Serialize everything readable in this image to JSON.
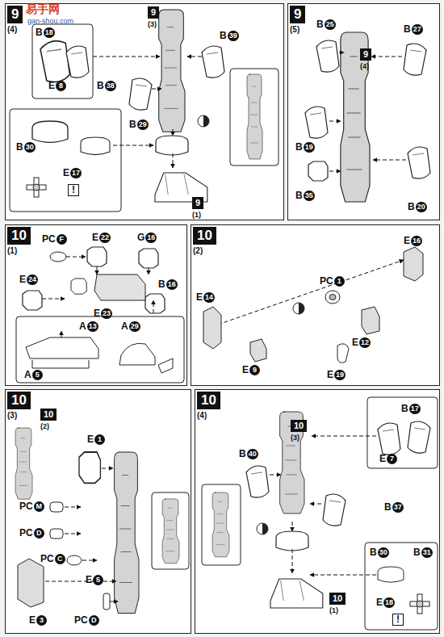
{
  "diagram": {
    "nodes": [
      {
        "text": [
          "9",
          "(4)"
        ]
      },
      {
        "text": [
          "9",
          "(5)"
        ]
      },
      {
        "text": [
          "10",
          "(1)"
        ]
      },
      {
        "text": [
          "10",
          "(2)"
        ]
      },
      {
        "text": [
          "10",
          "(3)"
        ]
      },
      {
        "text": [
          "10",
          "(4)"
        ]
      }
    ],
    "labels": [
      "易手网",
      "gan-shou.com",
      "B",
      "18",
      "E",
      "8",
      "9",
      "(3)",
      "B",
      "39",
      "B",
      "38",
      "B",
      "29",
      "B",
      "30",
      "E",
      "17",
      "!",
      "9",
      "(1)",
      "B",
      "25",
      "9",
      "(4)",
      "B",
      "27",
      "B",
      "19",
      "B",
      "35",
      "B",
      "20",
      "PC",
      "F",
      "E",
      "22",
      "G",
      "16",
      "E",
      "24",
      "E",
      "23",
      "B",
      "16",
      "A",
      "13",
      "A",
      "29",
      "A",
      "5",
      "E",
      "16",
      "PC",
      "1",
      "E",
      "14",
      "E",
      "12",
      "E",
      "9",
      "E",
      "19",
      "10",
      "(2)",
      "E",
      "1",
      "PC",
      "M",
      "PC",
      "D",
      "PC",
      "C",
      "E",
      "5",
      "PC",
      "D",
      "E",
      "3",
      "10",
      "(3)",
      "B",
      "17",
      "E",
      "7",
      "B",
      "40",
      "B",
      "37",
      "B",
      "30",
      "B",
      "31",
      "E",
      "18",
      "!",
      "10",
      "(1)"
    ]
  }
}
